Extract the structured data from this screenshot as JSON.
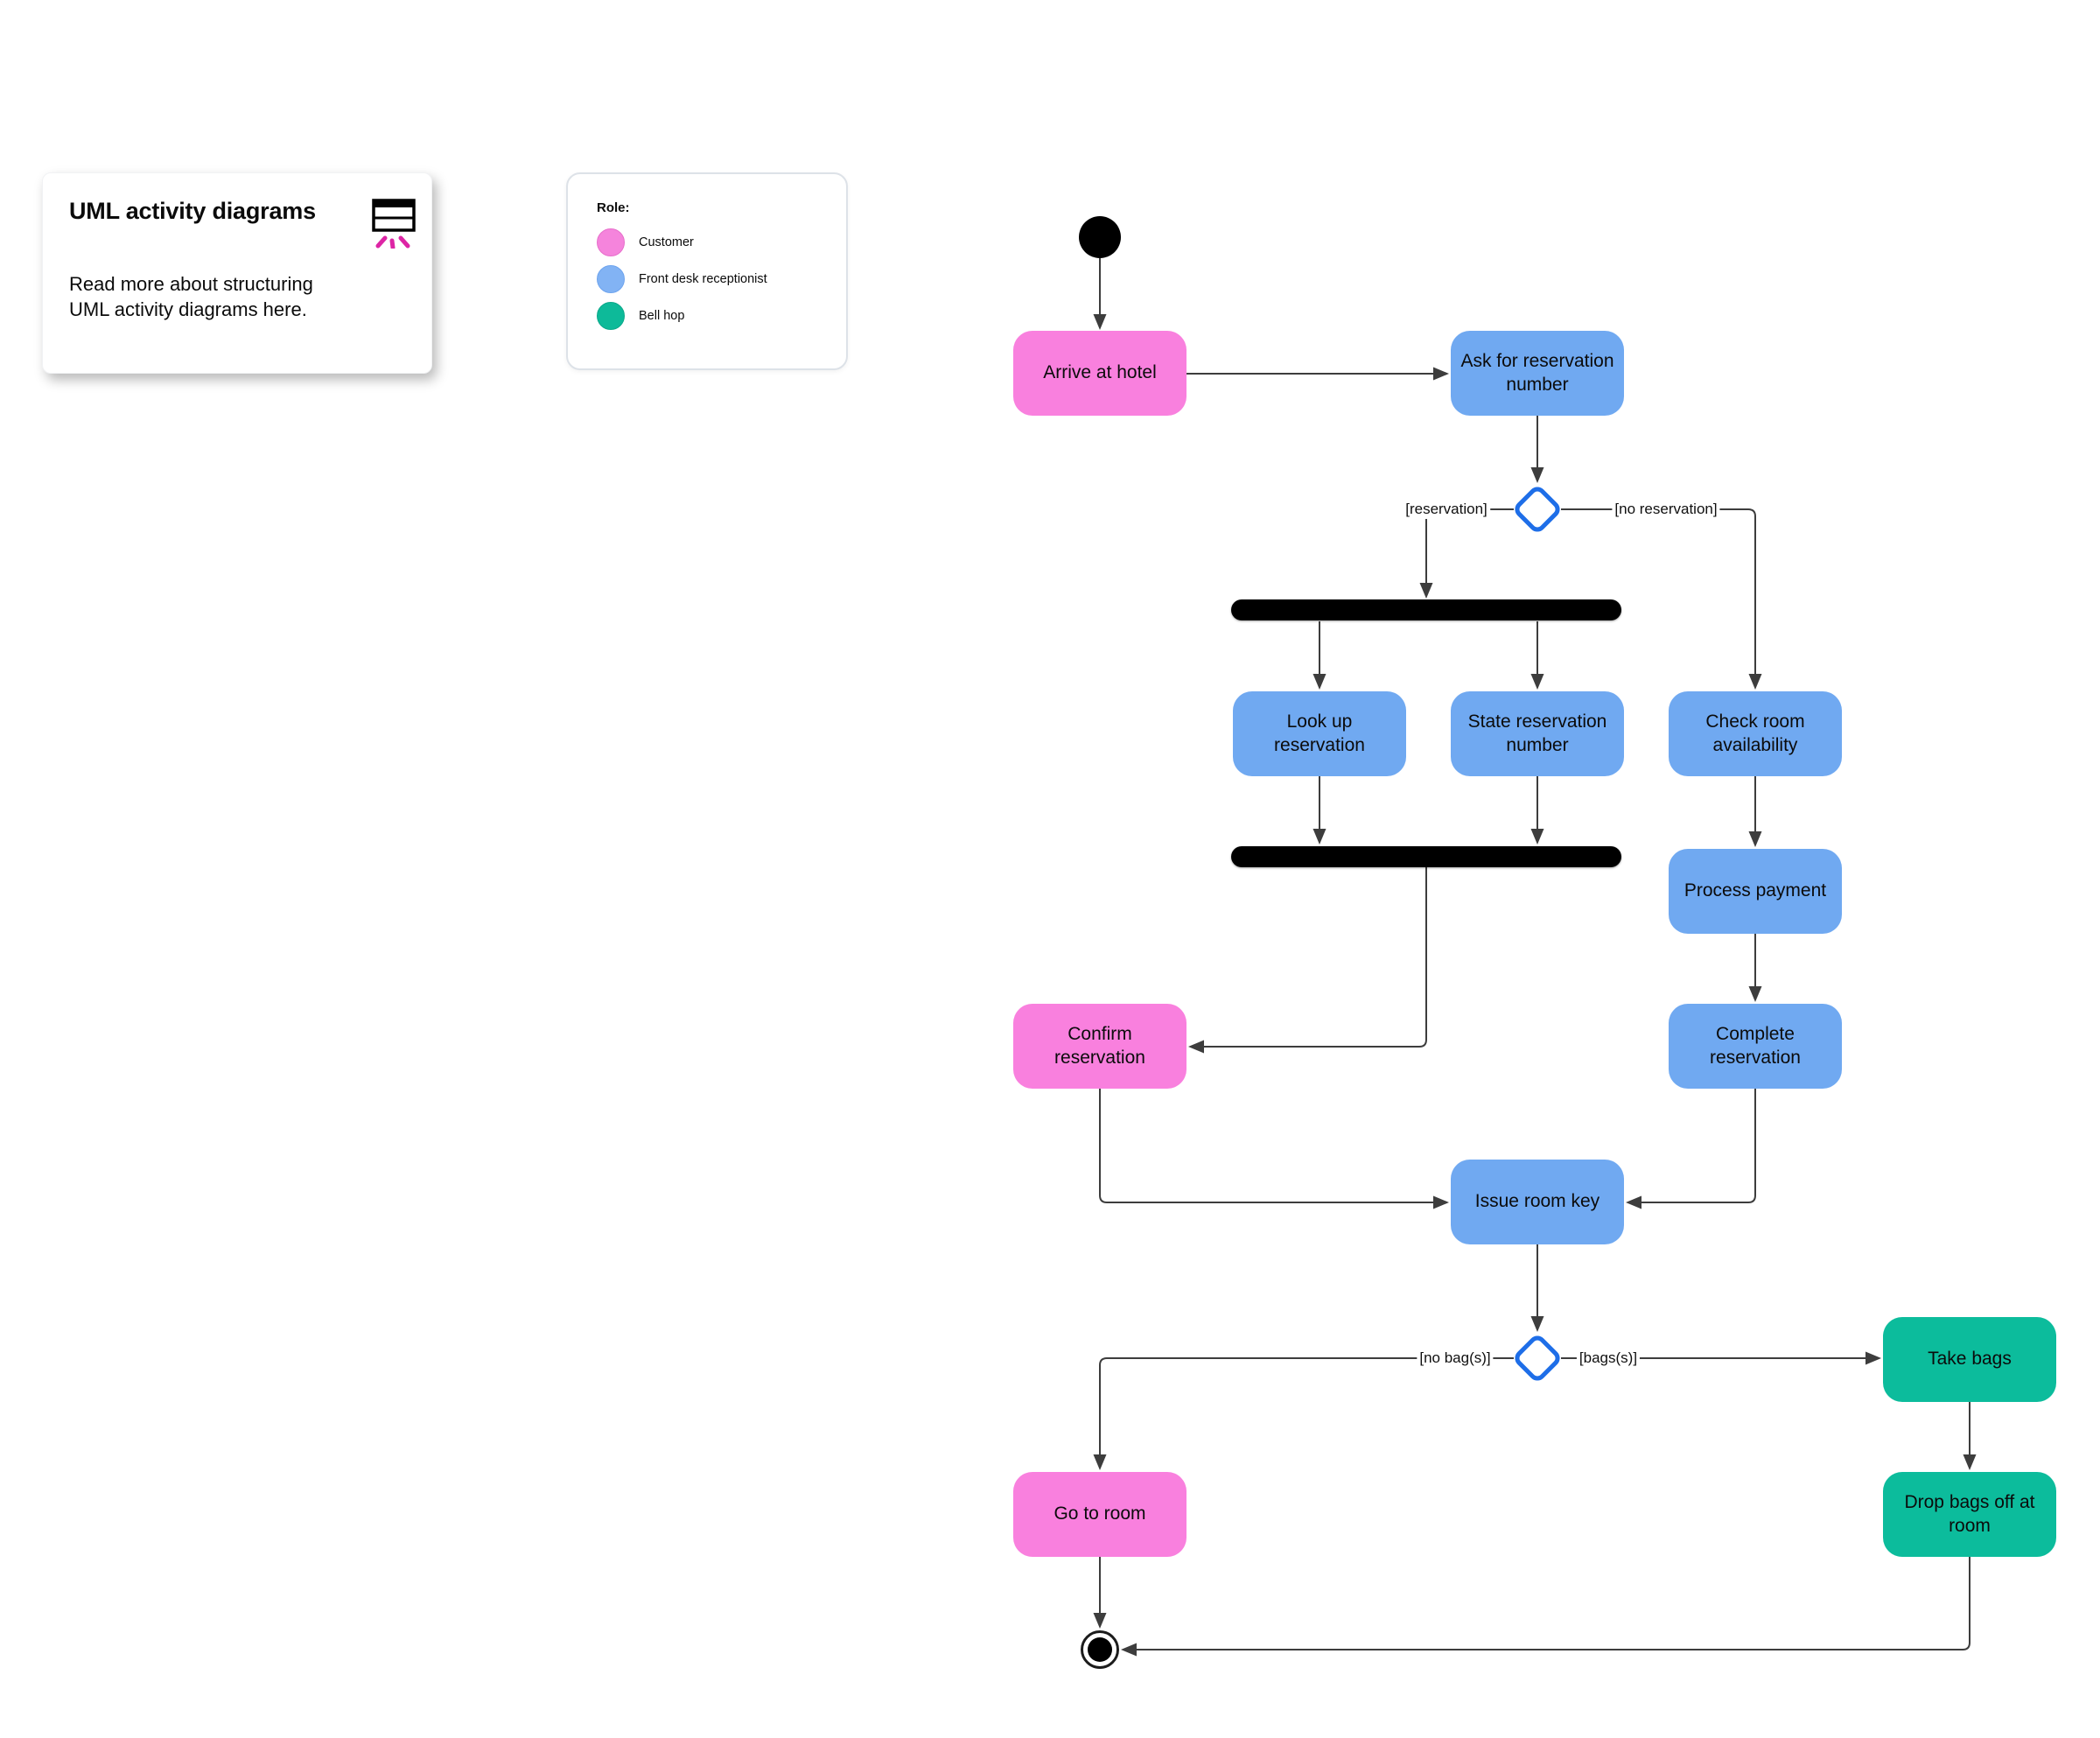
{
  "info_card": {
    "title": "UML activity diagrams",
    "body": "Read more about structuring UML activity diagrams here.",
    "icon": "table-sparkle-icon",
    "sparkle_color": "#DD25A5"
  },
  "legend": {
    "heading": "Role:",
    "items": [
      {
        "label": "Customer",
        "color": "#F584DC"
      },
      {
        "label": "Front desk receptionist",
        "color": "#82B3F4"
      },
      {
        "label": "Bell hop",
        "color": "#0DBA99"
      }
    ]
  },
  "diagram": {
    "nodes": {
      "arrive": {
        "label": "Arrive at hotel",
        "role": "Customer"
      },
      "ask": {
        "label": "Ask for reservation number",
        "role": "Front desk receptionist"
      },
      "lookup": {
        "label": "Look up reservation",
        "role": "Front desk receptionist"
      },
      "state": {
        "label": "State reservation number",
        "role": "Front desk receptionist"
      },
      "check": {
        "label": "Check room availability",
        "role": "Front desk receptionist"
      },
      "process": {
        "label": "Process payment",
        "role": "Front desk receptionist"
      },
      "confirm": {
        "label": "Confirm reservation",
        "role": "Customer"
      },
      "complete": {
        "label": "Complete reservation",
        "role": "Front desk receptionist"
      },
      "issue": {
        "label": "Issue room key",
        "role": "Front desk receptionist"
      },
      "takebags": {
        "label": "Take bags",
        "role": "Bell hop"
      },
      "goroom": {
        "label": "Go to room",
        "role": "Customer"
      },
      "dropbags": {
        "label": "Drop bags off at room",
        "role": "Bell hop"
      }
    },
    "edge_labels": {
      "reservation": "[reservation]",
      "no_reservation": "[no reservation]",
      "no_bags": "[no bag(s)]",
      "bags": "[bags(s)]"
    },
    "colors": {
      "customer_fill": "#F980DE",
      "receptionist_fill": "#70A9F1",
      "bellhop_fill": "#0CBC9C",
      "decision_stroke": "#1E6EE8",
      "connector": "#3d3d3d",
      "fork_join_bar": "#000000"
    }
  }
}
